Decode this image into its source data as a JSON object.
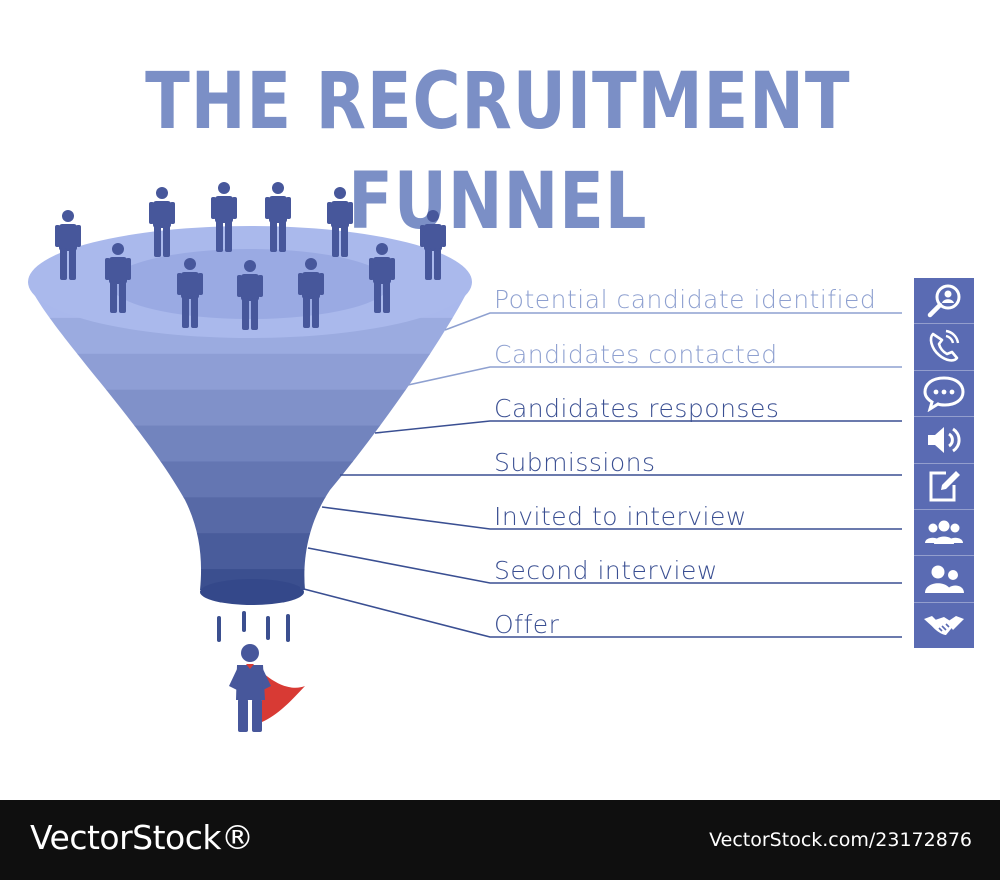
{
  "title": "THE RECRUITMENT FUNNEL",
  "stages": [
    {
      "label": "Potential candidate identified",
      "icon": "magnifier-person-icon"
    },
    {
      "label": "Candidates contacted",
      "icon": "phone-icon"
    },
    {
      "label": "Candidates responses",
      "icon": "chat-bubble-icon"
    },
    {
      "label": "Submissions",
      "icon": "speaker-icon"
    },
    {
      "label": "Invited to interview",
      "icon": "edit-note-icon"
    },
    {
      "label": "Second interview",
      "icon": "group-icon"
    },
    {
      "label": "Offer",
      "icon": "handshake-icon"
    }
  ],
  "colors": {
    "title": "#7b8fc6",
    "funnel_top": "#a9b8ec",
    "funnel_bottom": "#3b4f8f",
    "people": "#47579b",
    "cape": "#d83a34",
    "icon_column": "#5a6bb3",
    "label_dark": "#3a4f92",
    "label_light": "#8ea0d0"
  },
  "watermark": {
    "brand": "VectorStock®",
    "id": "VectorStock.com/23172876"
  }
}
